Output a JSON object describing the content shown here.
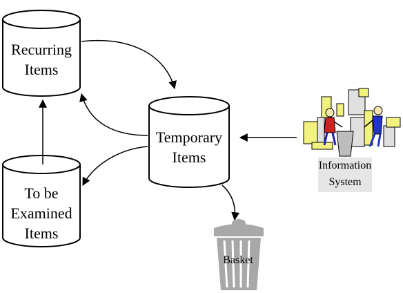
{
  "nodes": {
    "recurring": {
      "line1": "Recurring",
      "line2": "Items"
    },
    "temporary": {
      "line1": "Temporary",
      "line2": "Items"
    },
    "examined": {
      "line1": "To be",
      "line2": "Examined",
      "line3": "Items"
    },
    "information_system": {
      "line1": "Information",
      "line2": "System",
      "icon": "people-at-computers-clipart"
    },
    "basket": {
      "label": "Basket",
      "icon": "trash-can-icon"
    }
  },
  "edges": [
    {
      "from": "Recurring Items",
      "to": "Temporary Items"
    },
    {
      "from": "Temporary Items",
      "to": "Recurring Items"
    },
    {
      "from": "Temporary Items",
      "to": "To be Examined Items"
    },
    {
      "from": "To be Examined Items",
      "to": "Recurring Items"
    },
    {
      "from": "Information System",
      "to": "Temporary Items"
    },
    {
      "from": "Temporary Items",
      "to": "Basket"
    }
  ],
  "colors": {
    "stroke": "#000000",
    "label_bg": "#e6e6e6",
    "basket": "#a8a8a8"
  }
}
